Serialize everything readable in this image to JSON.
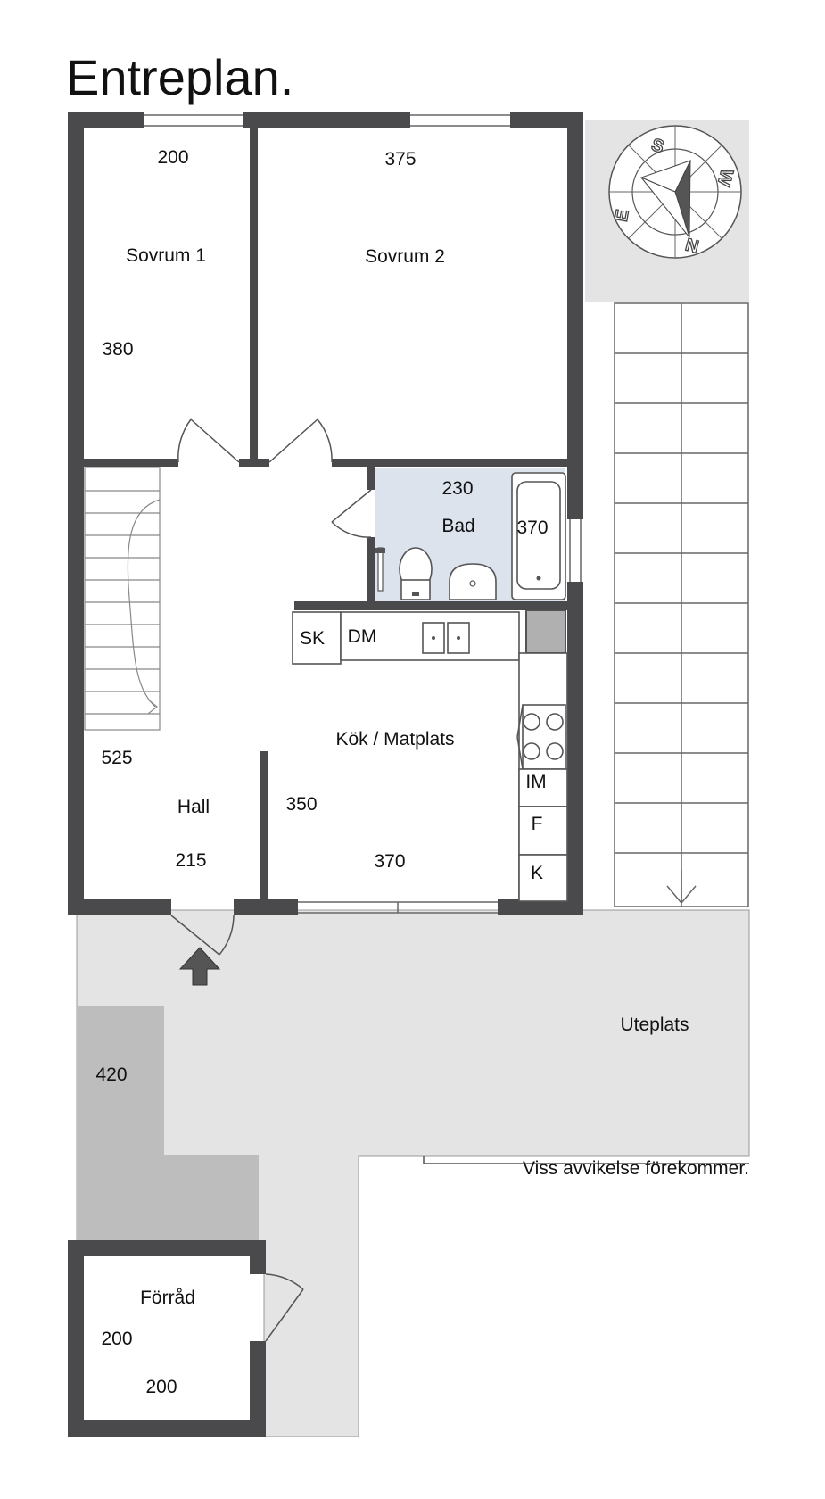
{
  "title": "Entreplan.",
  "disclaimer": "Viss avvikelse förekommer.",
  "compass": {
    "letters": [
      "S",
      "W",
      "N",
      "E"
    ]
  },
  "rooms": {
    "sovrum1": {
      "name": "Sovrum 1",
      "dim_width": "200",
      "dim_depth": "380"
    },
    "sovrum2": {
      "name": "Sovrum 2",
      "dim_width": "375"
    },
    "bad": {
      "name": "Bad",
      "dim_width": "230",
      "dim_depth": "370"
    },
    "kok": {
      "name": "Kök / Matplats",
      "dim_width": "370",
      "dim_depth": "350"
    },
    "hall": {
      "name": "Hall",
      "dim_width": "215",
      "dim_depth": "525"
    },
    "uteplats": {
      "name": "Uteplats",
      "dim": "420"
    },
    "forrad": {
      "name": "Förråd",
      "dim_width": "200",
      "dim_depth": "200"
    }
  },
  "appliances": {
    "sk": "SK",
    "dm": "DM",
    "im": "IM",
    "f": "F",
    "k": "K"
  },
  "colors": {
    "wall": "#4a4a4d",
    "bathroom": "#dde3ec",
    "terrace": "#e4e4e4",
    "terrace_dark": "#bdbdbd"
  }
}
